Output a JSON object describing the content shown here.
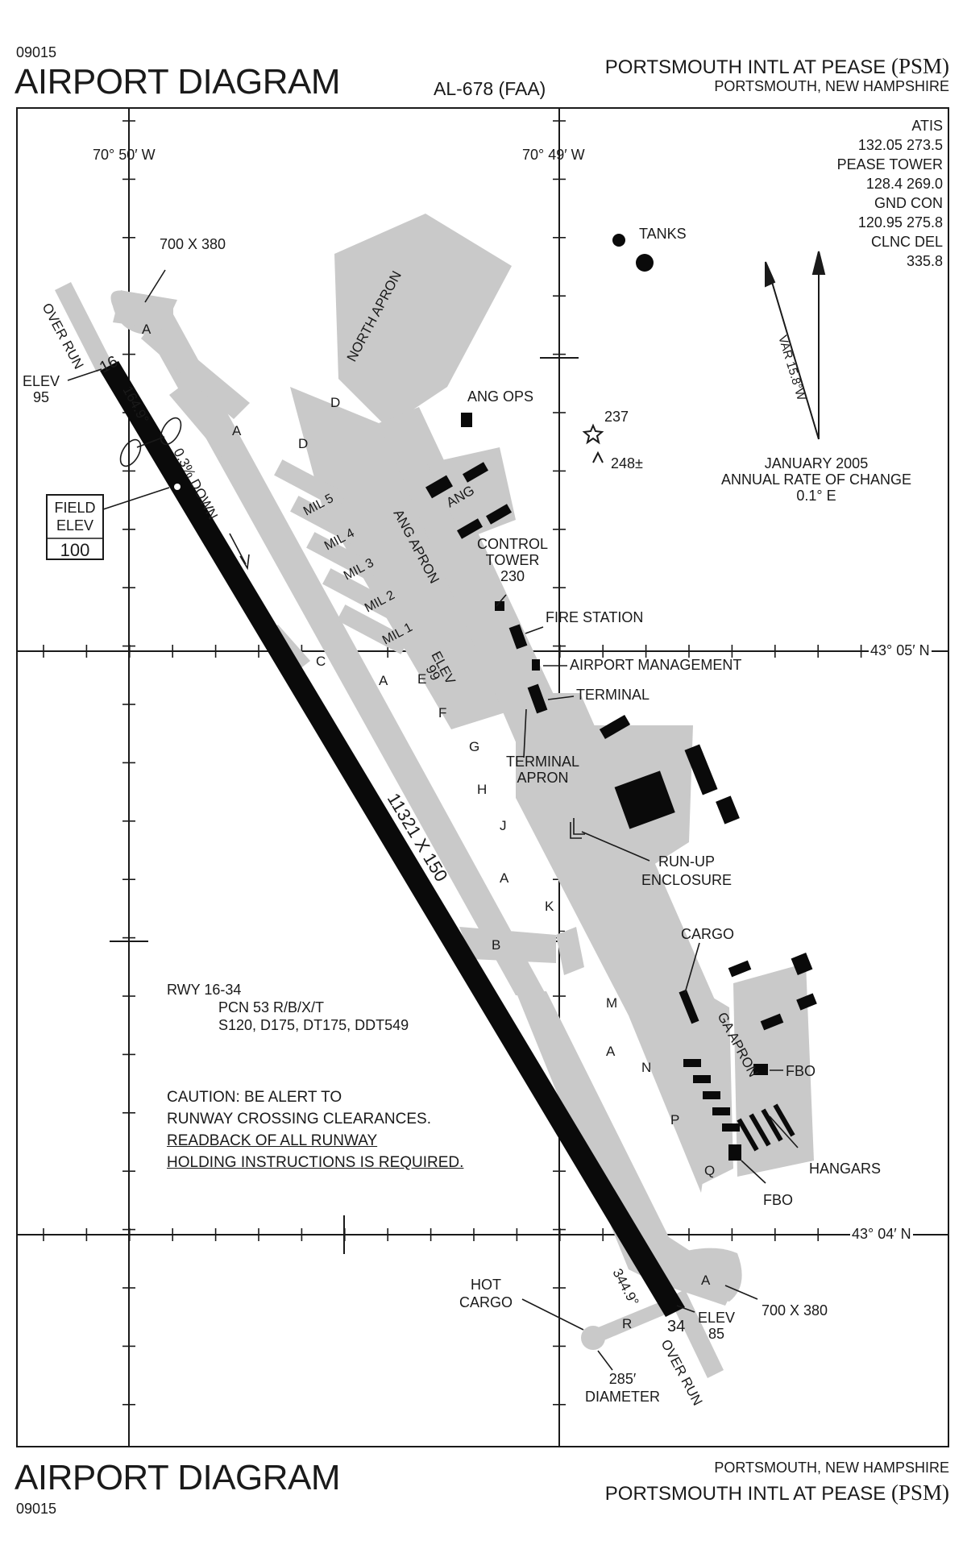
{
  "header": {
    "volume": "09015",
    "title": "AIRPORT DIAGRAM",
    "ident": "AL-678 (FAA)",
    "airport_name": "PORTSMOUTH INTL AT PEASE",
    "airport_code": "(PSM)",
    "city_state": "PORTSMOUTH, NEW HAMPSHIRE"
  },
  "footer": {
    "title": "AIRPORT DIAGRAM",
    "volume": "09015",
    "city_state": "PORTSMOUTH, NEW HAMPSHIRE",
    "airport_name": "PORTSMOUTH INTL AT PEASE",
    "airport_code": "(PSM)"
  },
  "frequencies": [
    {
      "name": "ATIS",
      "value": "132.05  273.5"
    },
    {
      "name": "PEASE TOWER",
      "value": "128.4  269.0"
    },
    {
      "name": "GND CON",
      "value": "120.95  275.8"
    },
    {
      "name": "CLNC DEL",
      "value": "335.8"
    }
  ],
  "coordinates": {
    "lon_west": "70° 50′ W",
    "lon_east": "70° 49′ W",
    "lat_north": "43° 05′ N",
    "lat_south": "43° 04′ N"
  },
  "magnetic": {
    "variation": "VAR 15.8°W",
    "date": "JANUARY 2005",
    "rate_label": "ANNUAL RATE OF CHANGE",
    "rate_value": "0.1° E"
  },
  "runway": {
    "dimensions": "11321 X 150",
    "end_north": "16",
    "end_south": "34",
    "bearing_north": "164.9°",
    "bearing_south": "344.9°",
    "slope": "0.3% DOWN",
    "elev_label": "ELEV",
    "elev_north": "95",
    "elev_south": "85",
    "overrun": "OVER RUN",
    "pad_size": "700 X 380"
  },
  "field_elev": {
    "line1": "FIELD",
    "line2": "ELEV",
    "value": "100"
  },
  "labels": {
    "north_apron": "NORTH APRON",
    "ang_apron": "ANG APRON",
    "ang": "ANG",
    "ang_ops": "ANG OPS",
    "tanks": "TANKS",
    "obstacle_1": "237",
    "obstacle_2": "248±",
    "control_tower": [
      "CONTROL",
      "TOWER",
      "230"
    ],
    "fire_station": "FIRE STATION",
    "airport_management": "AIRPORT MANAGEMENT",
    "terminal": "TERMINAL",
    "terminal_apron": [
      "TERMINAL",
      "APRON"
    ],
    "runup": [
      "RUN-UP",
      "ENCLOSURE"
    ],
    "cargo": "CARGO",
    "ga_apron": "GA APRON",
    "fbo": "FBO",
    "hangars": "HANGARS",
    "hot_cargo": [
      "HOT",
      "CARGO"
    ],
    "diameter": [
      "285′",
      "DIAMETER"
    ],
    "apron_elev": [
      "ELEV",
      "99"
    ]
  },
  "parking": [
    "MIL 5",
    "MIL 4",
    "MIL 3",
    "MIL 2",
    "MIL 1"
  ],
  "taxiways": [
    "A",
    "B",
    "C",
    "D",
    "E",
    "F",
    "G",
    "H",
    "J",
    "K",
    "L",
    "M",
    "N",
    "P",
    "Q",
    "R"
  ],
  "runway_info": {
    "title": "RWY 16-34",
    "lines": [
      "PCN 53 R/B/X/T",
      "S120, D175, DT175, DDT549"
    ]
  },
  "caution": [
    "CAUTION: BE ALERT TO",
    "RUNWAY CROSSING CLEARANCES.",
    "READBACK OF ALL RUNWAY",
    "HOLDING INSTRUCTIONS IS REQUIRED."
  ]
}
